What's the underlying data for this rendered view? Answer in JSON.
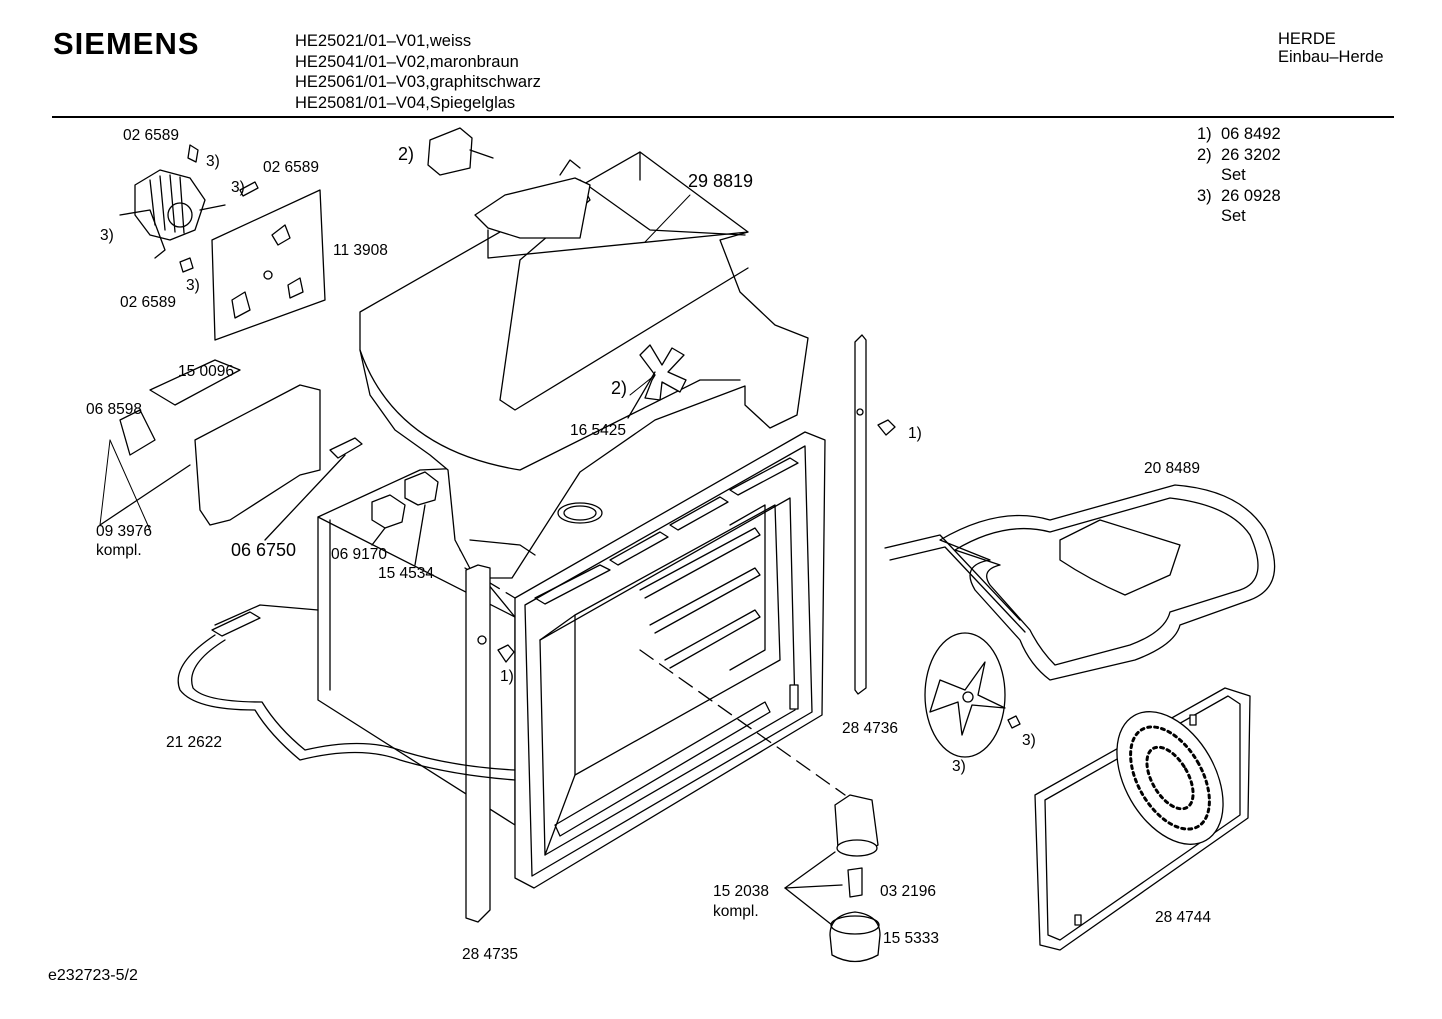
{
  "header": {
    "brand": "SIEMENS",
    "models": [
      "HE25021/01–V01,weiss",
      "HE25041/01–V02,maronbraun",
      "HE25061/01–V03,graphitschwarz",
      "HE25081/01–V04,Spiegelglas"
    ],
    "category": "HERDE",
    "subcategory": "Einbau–Herde"
  },
  "notes": [
    {
      "key": "1)",
      "value": "06 8492"
    },
    {
      "key": "2)",
      "value": "26 3202",
      "sub": "Set"
    },
    {
      "key": "3)",
      "value": "26 0928",
      "sub": "Set"
    }
  ],
  "parts": {
    "p026589_top": "02 6589",
    "p026589_mid": "02 6589",
    "p026589_bot": "02 6589",
    "fn3_a": "3)",
    "fn3_b": "3)",
    "fn3_c": "3)",
    "fn3_d": "3)",
    "p113908": "11 3908",
    "fn2_motor": "2)",
    "p298819": "29 8819",
    "p150096": "15 0096",
    "p068598": "06 8598",
    "fn2_fan": "2)",
    "p165425": "16 5425",
    "p093976": "09 3976",
    "kompl_a": "kompl.",
    "p066750": "06 6750",
    "p069170": "06 9170",
    "p154534": "15 4534",
    "fn1_right": "1)",
    "fn1_left": "1)",
    "p208489": "20 8489",
    "p212622": "21 2622",
    "p284736": "28 4736",
    "fn3_fan": "3)",
    "fn3_nut": "3)",
    "p152038": "15 2038",
    "kompl_b": "kompl.",
    "p032196": "03 2196",
    "p155333": "15 5333",
    "p284744": "28 4744",
    "p284735": "28 4735"
  },
  "footer": {
    "code": "e232723-5/2"
  }
}
